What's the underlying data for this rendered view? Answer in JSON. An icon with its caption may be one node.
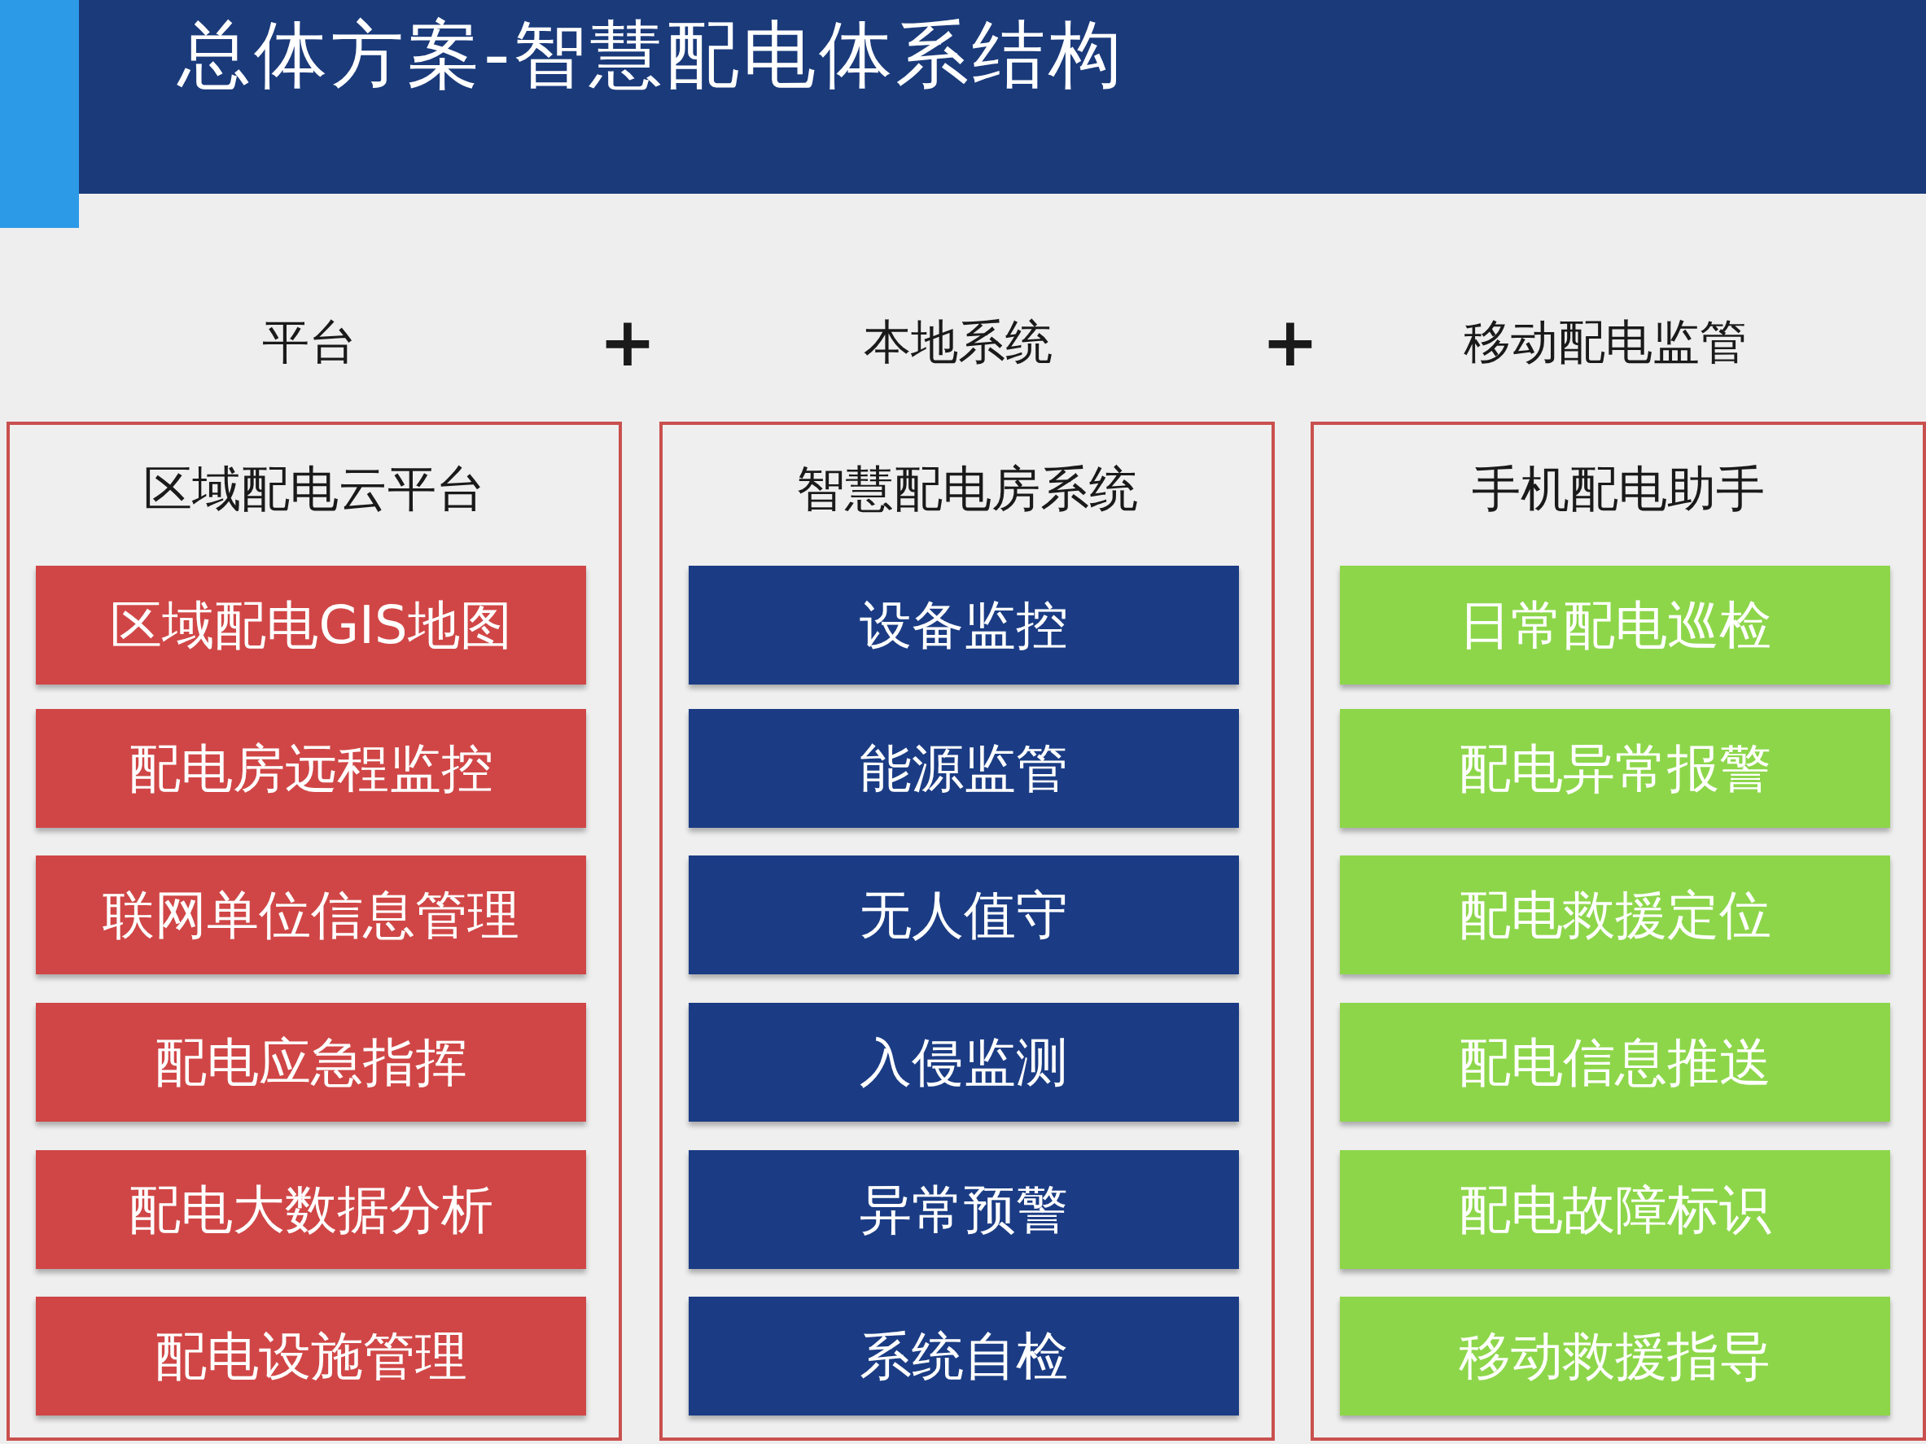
{
  "diagram": {
    "title": "总体方案-智慧配电体系结构",
    "nodes": [
      {
        "text": [
          "区域配电云平台"
        ]
      },
      {
        "text": [
          "区域配电GIS地图"
        ],
        "in": 0
      },
      {
        "text": [
          "配电房远程监控"
        ],
        "in": 0
      },
      {
        "text": [
          "联网单位信息管理"
        ],
        "in": 0
      },
      {
        "text": [
          "配电应急指挥"
        ],
        "in": 0
      },
      {
        "text": [
          "配电大数据分析"
        ],
        "in": 0
      },
      {
        "text": [
          "配电设施管理"
        ],
        "in": 0
      },
      {
        "text": [
          "智慧配电房系统"
        ]
      },
      {
        "text": [
          "设备监控"
        ],
        "in": 7
      },
      {
        "text": [
          "能源监管"
        ],
        "in": 7
      },
      {
        "text": [
          "无人值守"
        ],
        "in": 7
      },
      {
        "text": [
          "入侵监测"
        ],
        "in": 7
      },
      {
        "text": [
          "异常预警"
        ],
        "in": 7
      },
      {
        "text": [
          "系统自检"
        ],
        "in": 7
      },
      {
        "text": [
          "手机配电助手"
        ]
      },
      {
        "text": [
          "日常配电巡检"
        ],
        "in": 14
      },
      {
        "text": [
          "配电异常报警"
        ],
        "in": 14
      },
      {
        "text": [
          "配电救援定位"
        ],
        "in": 14
      },
      {
        "text": [
          "配电信息推送"
        ],
        "in": 14
      },
      {
        "text": [
          "配电故障标识"
        ],
        "in": 14
      },
      {
        "text": [
          "移动救援指导"
        ],
        "in": 14
      }
    ],
    "labels": [
      "平台",
      "+",
      "本地系统",
      "+",
      "移动配电监管"
    ]
  }
}
